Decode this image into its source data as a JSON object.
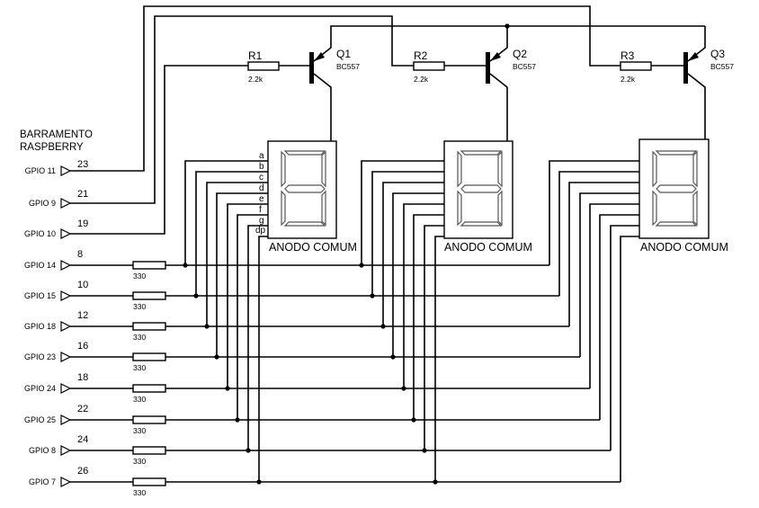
{
  "bus_label": [
    "BARRAMENTO",
    "RASPBERRY"
  ],
  "control_pins": [
    {
      "gpio": "GPIO 11",
      "pin": "23"
    },
    {
      "gpio": "GPIO 9",
      "pin": "21"
    },
    {
      "gpio": "GPIO 10",
      "pin": "19"
    }
  ],
  "segment_pins": [
    {
      "gpio": "GPIO 14",
      "pin": "8",
      "resistor": "330"
    },
    {
      "gpio": "GPIO 15",
      "pin": "10",
      "resistor": "330"
    },
    {
      "gpio": "GPIO 18",
      "pin": "12",
      "resistor": "330"
    },
    {
      "gpio": "GPIO 23",
      "pin": "16",
      "resistor": "330"
    },
    {
      "gpio": "GPIO 24",
      "pin": "18",
      "resistor": "330"
    },
    {
      "gpio": "GPIO 25",
      "pin": "22",
      "resistor": "330"
    },
    {
      "gpio": "GPIO 8",
      "pin": "24",
      "resistor": "330"
    },
    {
      "gpio": "GPIO 7",
      "pin": "26",
      "resistor": "330"
    }
  ],
  "stages": [
    {
      "resistor_ref": "R1",
      "resistor_value": "2.2k",
      "transistor_ref": "Q1",
      "transistor_part": "BC557",
      "display_label": "ANODO COMUM"
    },
    {
      "resistor_ref": "R2",
      "resistor_value": "2.2k",
      "transistor_ref": "Q2",
      "transistor_part": "BC557",
      "display_label": "ANODO COMUM"
    },
    {
      "resistor_ref": "R3",
      "resistor_value": "2.2k",
      "transistor_ref": "Q3",
      "transistor_part": "BC557",
      "display_label": "ANODO COMUM"
    }
  ],
  "segment_letters": [
    "a",
    "b",
    "c",
    "d",
    "e",
    "f",
    "g",
    "dp"
  ]
}
